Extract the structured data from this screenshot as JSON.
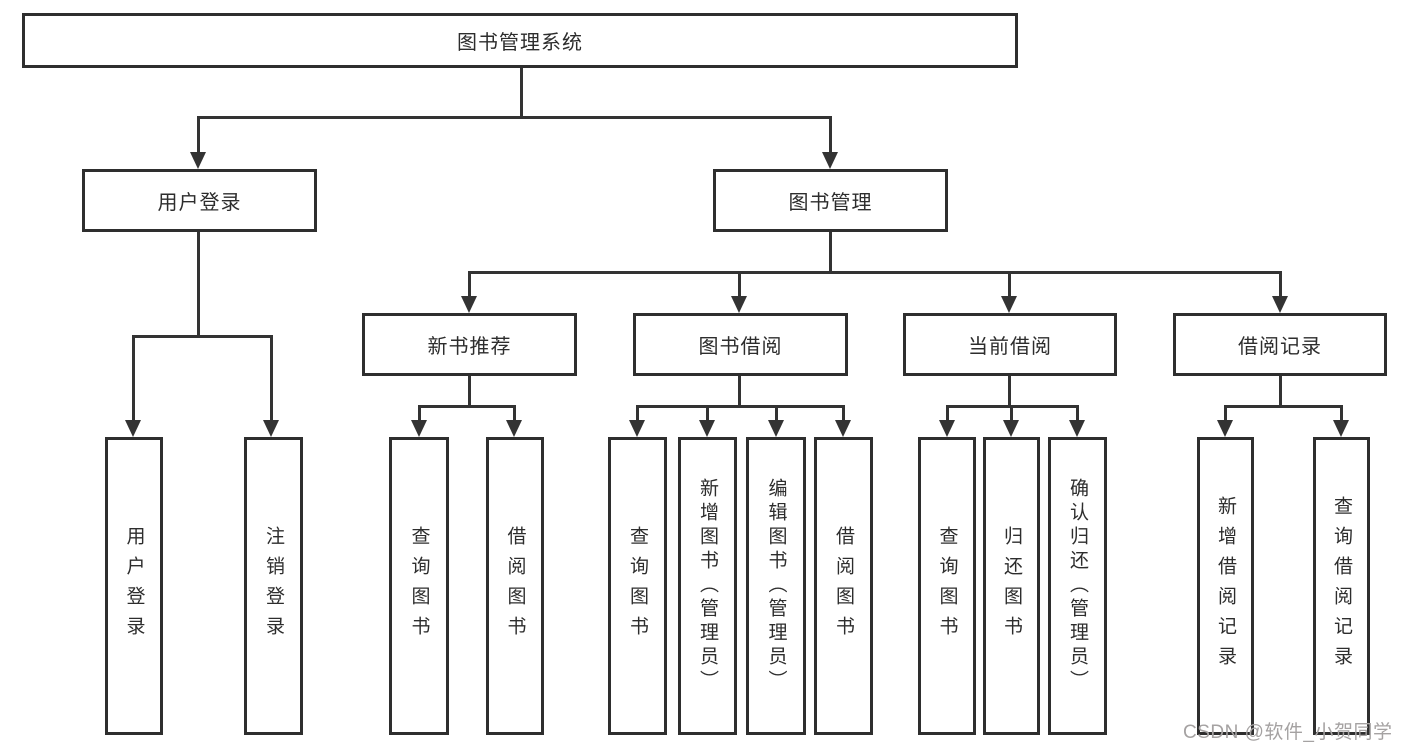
{
  "tree": {
    "root": {
      "label": "图书管理系统"
    },
    "branches": [
      {
        "label": "用户登录",
        "children": [
          "用户登录",
          "注销登录"
        ]
      },
      {
        "label": "图书管理",
        "sections": [
          {
            "label": "新书推荐",
            "children": [
              "查询图书",
              "借阅图书"
            ]
          },
          {
            "label": "图书借阅",
            "children": [
              "查询图书",
              "新增图书（管理员）",
              "编辑图书（管理员）",
              "借阅图书"
            ]
          },
          {
            "label": "当前借阅",
            "children": [
              "查询图书",
              "归还图书",
              "确认归还（管理员）"
            ]
          },
          {
            "label": "借阅记录",
            "children": [
              "新增借阅记录",
              "查询借阅记录"
            ]
          }
        ]
      }
    ]
  },
  "watermark": "CSDN @软件_小贺同学",
  "colors": {
    "background": "#ffffff",
    "box_border": "#2e2e2e",
    "connector_line": "#333333",
    "text": "#2d2d2d",
    "watermark_text": "#a5a2a2"
  }
}
